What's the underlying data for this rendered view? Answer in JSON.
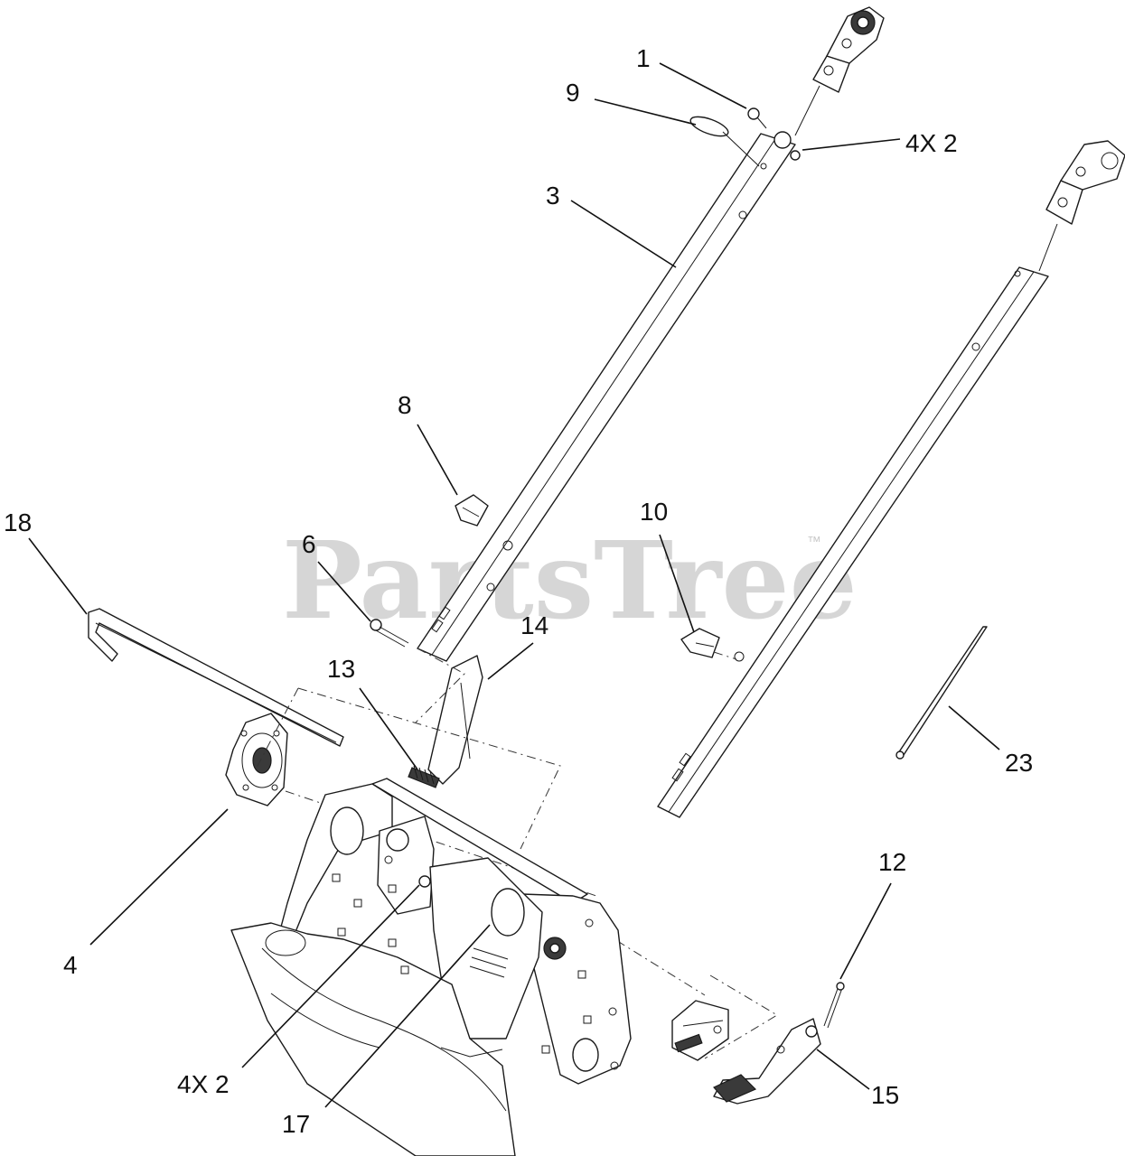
{
  "watermark": {
    "text": "PartsTree",
    "trademark": "™"
  },
  "callouts": [
    {
      "id": "c1",
      "label": "1"
    },
    {
      "id": "c9",
      "label": "9"
    },
    {
      "id": "c4x2-top",
      "label": "4X 2"
    },
    {
      "id": "c3",
      "label": "3"
    },
    {
      "id": "c8",
      "label": "8"
    },
    {
      "id": "c10",
      "label": "10"
    },
    {
      "id": "c18",
      "label": "18"
    },
    {
      "id": "c6",
      "label": "6"
    },
    {
      "id": "c14",
      "label": "14"
    },
    {
      "id": "c13",
      "label": "13"
    },
    {
      "id": "c23",
      "label": "23"
    },
    {
      "id": "c12",
      "label": "12"
    },
    {
      "id": "c4",
      "label": "4"
    },
    {
      "id": "c4x2-bottom",
      "label": "4X 2"
    },
    {
      "id": "c17",
      "label": "17"
    },
    {
      "id": "c15",
      "label": "15"
    }
  ]
}
